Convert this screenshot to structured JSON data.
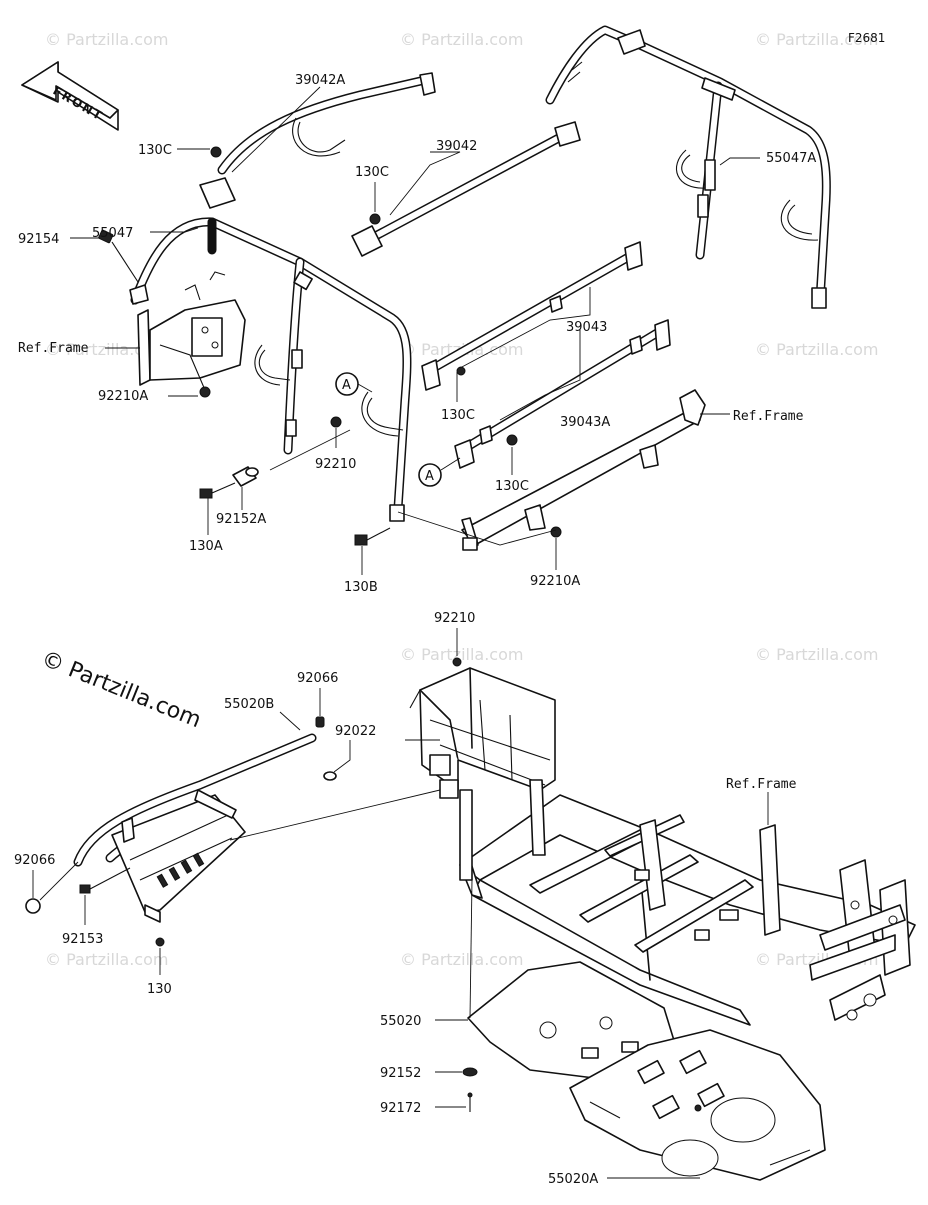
{
  "figure_code": "F2681",
  "brand_text": "© Partzilla.com",
  "watermark_text": "© Partzilla.com",
  "front_arrow_label": "FRONT",
  "callout_marker": "A",
  "labels": {
    "p39042A": "39042A",
    "p130C_a": "130C",
    "p130C_b": "130C",
    "p39042": "39042",
    "p55047": "55047",
    "p55047A": "55047A",
    "p92154": "92154",
    "ref_frame_a": "Ref.Frame",
    "p39043": "39043",
    "p92210A_a": "92210A",
    "p130C_c": "130C",
    "p39043A": "39043A",
    "ref_frame_b": "Ref.Frame",
    "p92210_a": "92210",
    "p130C_d": "130C",
    "p130A": "130A",
    "p92152A": "92152A",
    "p130B": "130B",
    "p92210A_b": "92210A",
    "p92210_b": "92210",
    "p92066_a": "92066",
    "p55020B": "55020B",
    "p92022": "92022",
    "ref_frame_c": "Ref.Frame",
    "p92066_b": "92066",
    "p92153": "92153",
    "p130": "130",
    "p55020": "55020",
    "p92152": "92152",
    "p92172": "92172",
    "p55020A": "55020A"
  },
  "colors": {
    "ink": "#111111",
    "watermark": "#d8d8d8",
    "background": "#ffffff"
  },
  "icons": {
    "front_arrow": "front-direction-arrow-icon",
    "callout": "callout-circle-a-icon"
  }
}
